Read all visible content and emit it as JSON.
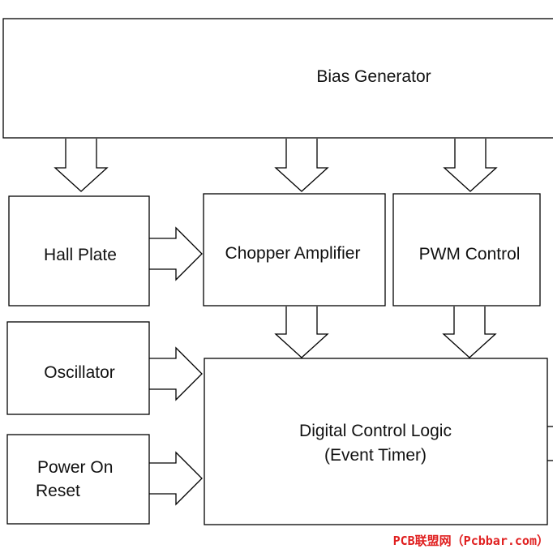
{
  "blocks": {
    "bias_generator": "Bias Generator",
    "hall_plate": "Hall Plate",
    "chopper_amplifier": "Chopper Amplifier",
    "pwm_control": "PWM Control",
    "oscillator": "Oscillator",
    "power_on_reset": [
      "Power On",
      "Reset"
    ],
    "digital_control_logic": [
      "Digital Control Logic",
      "(Event Timer)"
    ]
  },
  "watermark": {
    "text": "PCB联盟网（Pcbbar.com）",
    "color": "#e02020"
  }
}
